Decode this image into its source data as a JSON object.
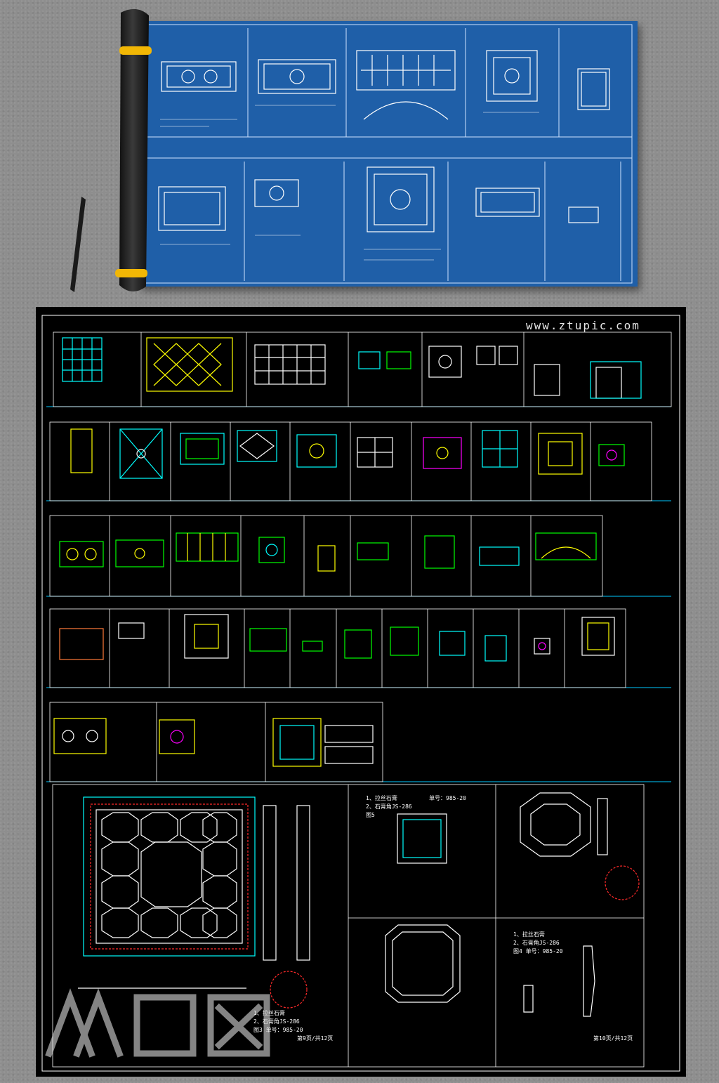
{
  "watermark": {
    "url": "www.ztupic.com"
  },
  "notes": [
    {
      "line1": "1、拉丝石膏",
      "line2": "2、石膏角JS-286",
      "line3": "图5",
      "line4": "单号：985-20"
    },
    {
      "line1": "1、拉丝石膏",
      "line2": "2、石膏角JS-286",
      "line3": "图3  单号：985-20",
      "line4": "第9页/共12页"
    },
    {
      "line1": "1、拉丝石膏",
      "line2": "2、石膏角JS-286",
      "line3": "图4  单号：985-20",
      "line4": "第10页/共12页"
    }
  ],
  "colors": {
    "blueprint": "#1f5fa8",
    "sheet": "#000000",
    "cad_cyan": "#00ffff",
    "cad_yellow": "#ffff00",
    "cad_green": "#00ff00",
    "cad_magenta": "#ff00ff",
    "cad_red": "#ff2a2a",
    "cad_white": "#ffffff",
    "roll_band": "#f2b705"
  },
  "icons": [
    "paper-roll-icon",
    "pen-icon",
    "watermark-logo-icon"
  ]
}
